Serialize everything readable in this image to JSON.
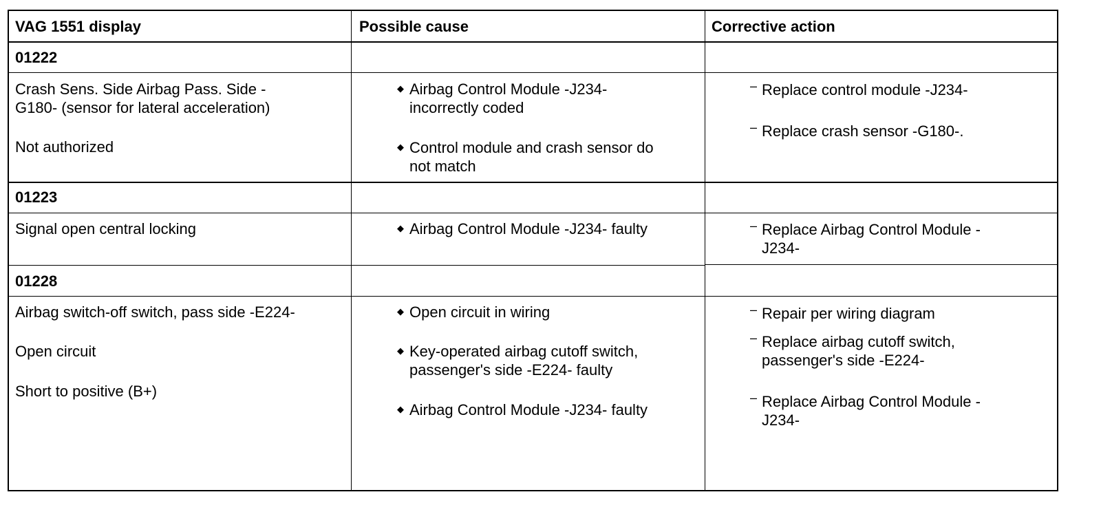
{
  "header": {
    "col1": "VAG 1551 display",
    "col2": "Possible cause",
    "col3": "Corrective action"
  },
  "groups": [
    {
      "code": "01222",
      "display": [
        "Crash Sens. Side Airbag Pass. Side -",
        "G180- (sensor for lateral acceleration)",
        "Not authorized"
      ],
      "causes": [
        [
          "Airbag Control Module -J234-",
          "incorrectly coded"
        ],
        [
          "Control module and crash sensor do",
          "not match"
        ]
      ],
      "actions": [
        [
          "Replace control module -J234-"
        ],
        [
          "Replace crash sensor -G180-."
        ]
      ]
    },
    {
      "code": "01223",
      "display": [
        "Signal open central locking"
      ],
      "causes": [
        [
          "Airbag Control Module -J234- faulty"
        ]
      ],
      "actions": [
        [
          "Replace Airbag Control Module -",
          "J234-"
        ]
      ]
    },
    {
      "code": "01228",
      "display": [
        "Airbag switch-off switch, pass side -E224-",
        "Open circuit",
        "Short to positive (B+)"
      ],
      "causes": [
        [
          "Open circuit in wiring"
        ],
        [
          "Key-operated airbag cutoff switch,",
          "passenger's side -E224- faulty"
        ],
        [
          "Airbag Control Module -J234- faulty"
        ]
      ],
      "actions": [
        [
          "Repair per wiring diagram"
        ],
        [
          "Replace airbag cutoff switch,",
          "passenger's side -E224-"
        ],
        [
          "Replace Airbag Control Module -",
          "J234-"
        ]
      ]
    }
  ],
  "symbols": {
    "bullet": "◆",
    "dash": "–"
  }
}
